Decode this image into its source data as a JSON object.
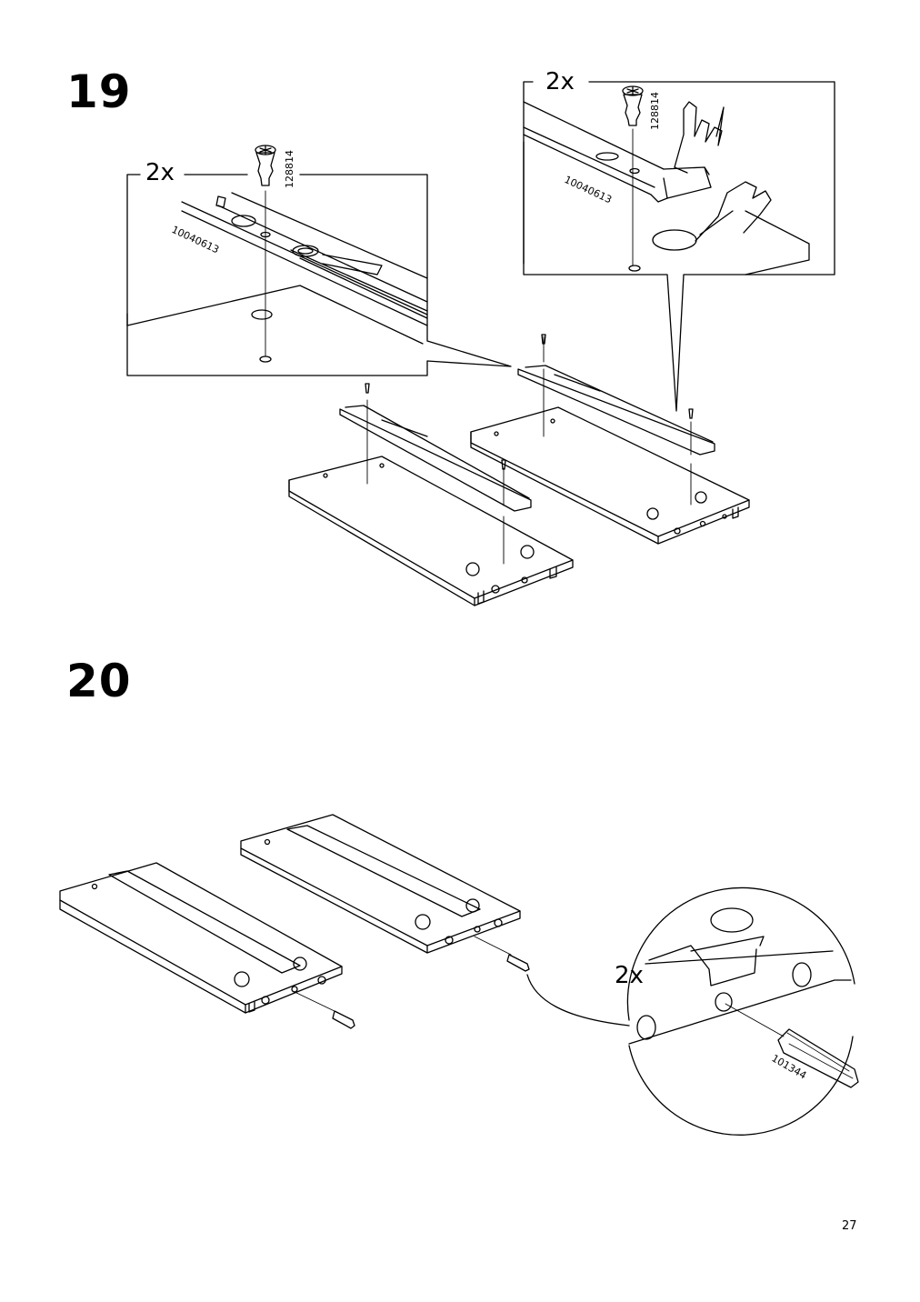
{
  "steps": [
    {
      "number": "19",
      "callouts": [
        {
          "quantity": "2x",
          "screw_part": "128814",
          "rail_part": "10040613"
        },
        {
          "quantity": "2x",
          "screw_part": "128814",
          "rail_part": "10040613"
        }
      ]
    },
    {
      "number": "20",
      "callouts": [
        {
          "quantity": "2x",
          "dowel_part": "101344"
        }
      ]
    }
  ],
  "page_number": "27"
}
